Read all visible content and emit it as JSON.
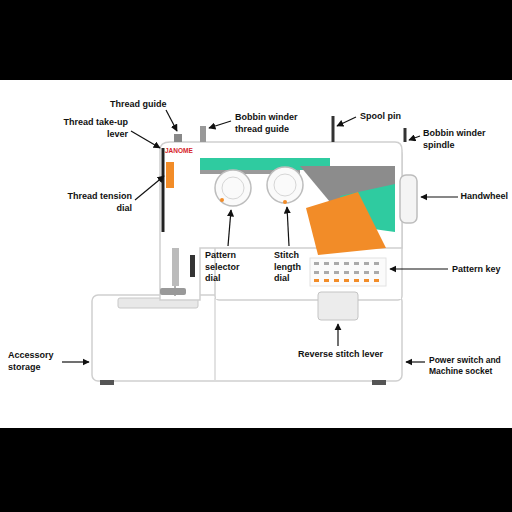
{
  "diagram": {
    "labels": [
      "Thread guide",
      "Thread take-up lever",
      "Bobbin winder thread guide",
      "Spool pin",
      "Bobbin winder spindle",
      "JANOME",
      "Thread tension dial",
      "Handwheel",
      "Pattern selector dial",
      "Stitch length dial",
      "Pattern key",
      "Accessory storage",
      "Reverse stitch lever",
      "Power switch and Machine socket"
    ]
  }
}
